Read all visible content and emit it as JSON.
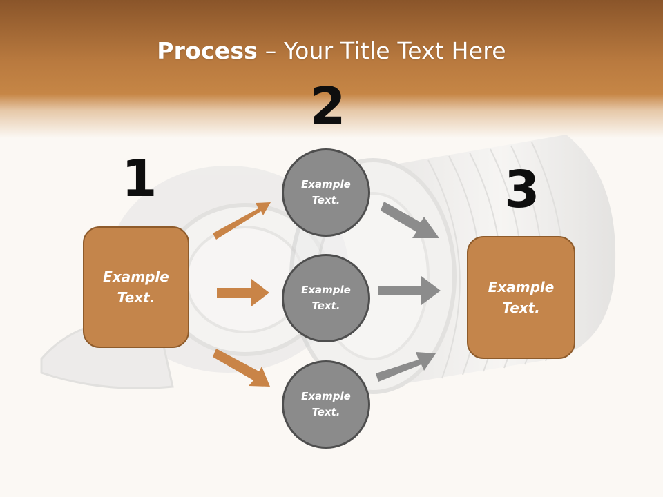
{
  "slide": {
    "title_bold": "Process",
    "title_rest": " – Your Title Text Here"
  },
  "steps": {
    "one": "1",
    "two": "2",
    "three": "3"
  },
  "left_box": {
    "line1": "Example",
    "line2": "Text."
  },
  "right_box": {
    "line1": "Example",
    "line2": "Text."
  },
  "circles": [
    {
      "line1": "Example",
      "line2": "Text."
    },
    {
      "line1": "Example",
      "line2": "Text."
    },
    {
      "line1": "Example",
      "line2": "Text."
    }
  ],
  "colors": {
    "header_band": "#b8783e",
    "box_fill": "#c4854b",
    "box_border": "#8e5b2b",
    "circle_fill": "#8b8b8b",
    "circle_border": "#4e4e4e",
    "orange_arrow": "#c98447",
    "gray_arrow": "#8c8c8c"
  }
}
